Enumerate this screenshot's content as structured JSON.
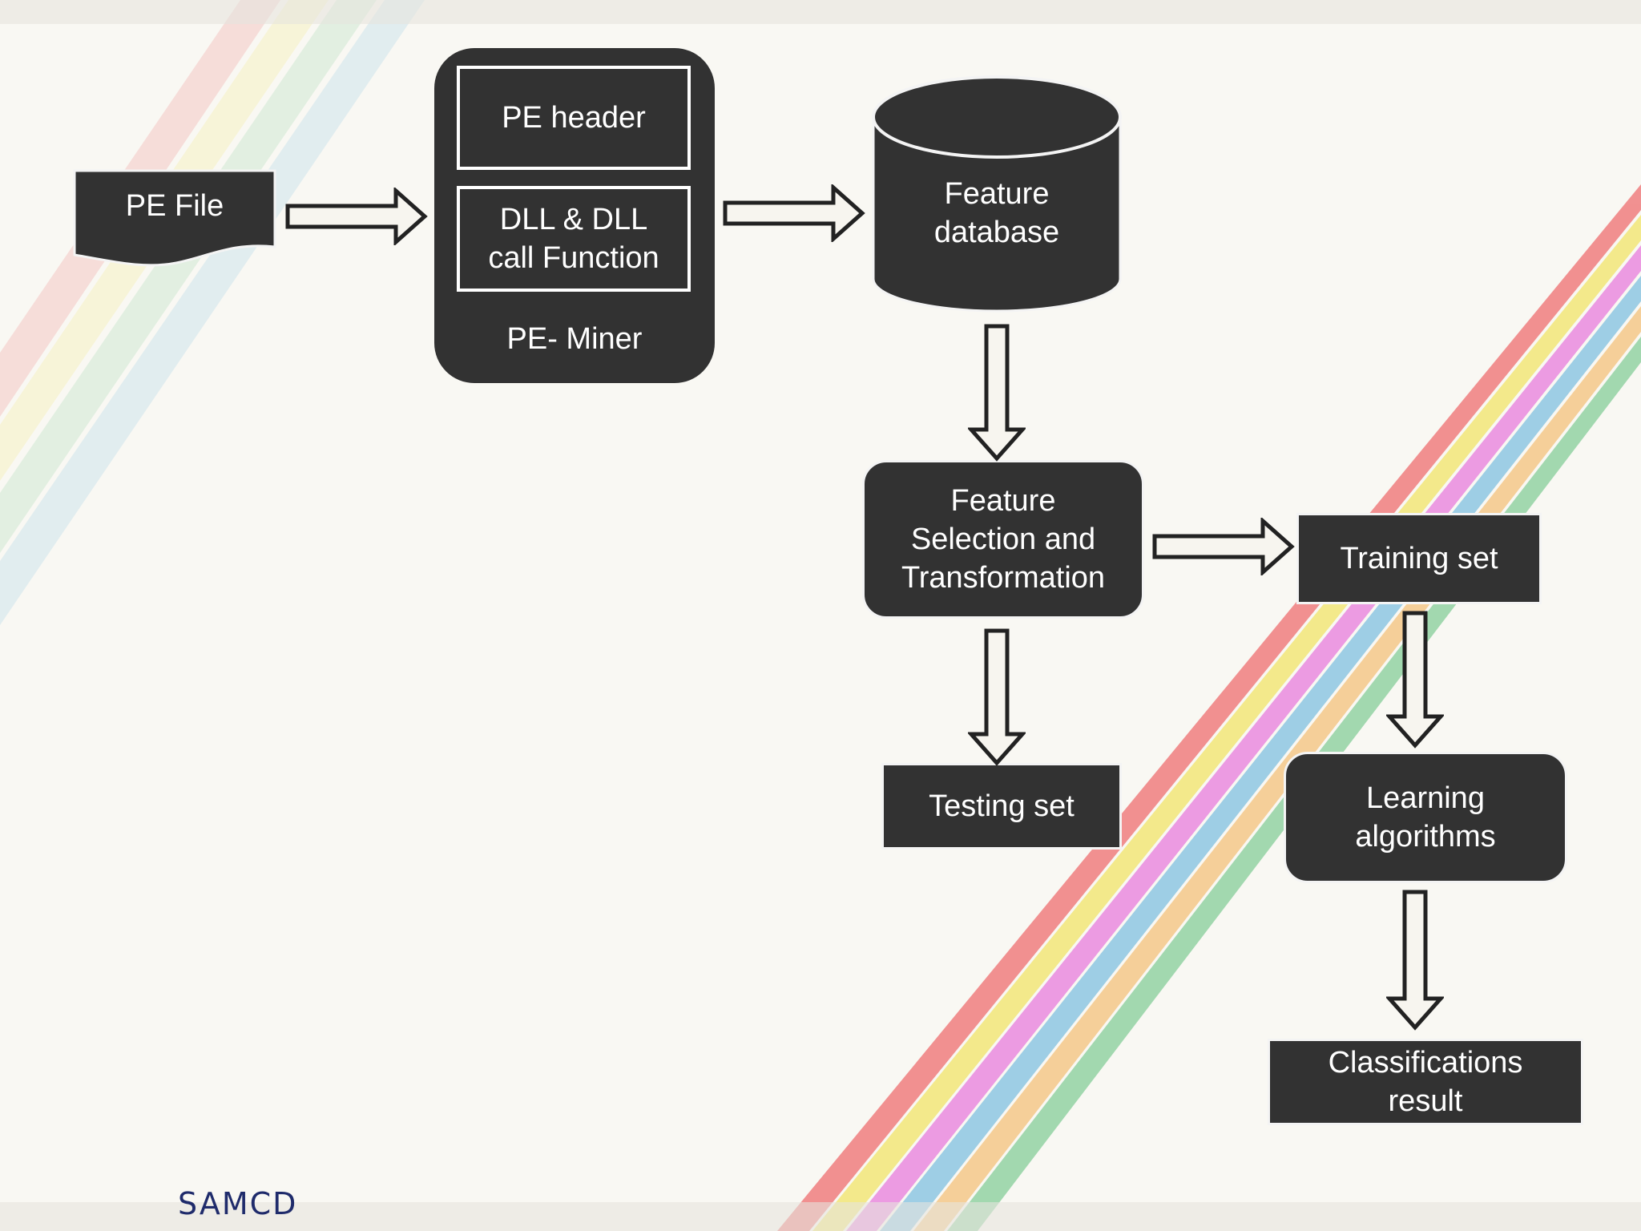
{
  "diagram": {
    "pe_file": "PE File",
    "pe_header": "PE header",
    "dll_line1": "DLL & DLL",
    "dll_line2": "call Function",
    "pe_miner": "PE- Miner",
    "feature_db_line1": "Feature",
    "feature_db_line2": "database",
    "fst_line1": "Feature",
    "fst_line2": "Selection and",
    "fst_line3": "Transformation",
    "training_set": "Training set",
    "testing_set": "Testing set",
    "learning_line1": "Learning",
    "learning_line2": "algorithms",
    "classification_line1": "Classifications",
    "classification_line2": "result"
  },
  "footer": {
    "text": "SAMCD"
  },
  "colors": {
    "node_fill": "#323232",
    "node_text": "#ffffff",
    "background": "#f9f8f3",
    "footer_text": "#1f2b6b",
    "stripes": [
      "#f07f7f",
      "#f3e77a",
      "#ea8be0",
      "#8fc7e3",
      "#f5c98a",
      "#94d3a4"
    ]
  }
}
